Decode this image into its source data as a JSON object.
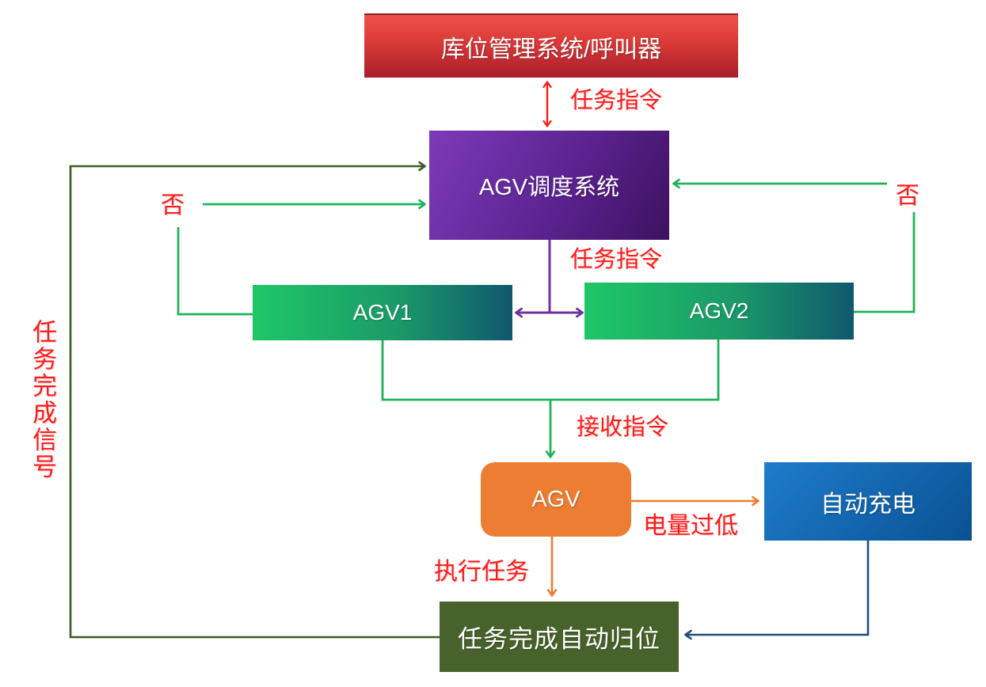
{
  "diagram": {
    "type": "flowchart",
    "nodes": {
      "warehouse": {
        "label": "库位管理系统/呼叫器",
        "fill_start": "#ee5149",
        "fill_end": "#a81d2a"
      },
      "dispatch": {
        "label": "AGV调度系统",
        "fill_start": "#7c3bb9",
        "fill_end": "#3f1160"
      },
      "agv1": {
        "label": "AGV1",
        "fill_start": "#1fc767",
        "fill_end": "#10586f"
      },
      "agv2": {
        "label": "AGV2",
        "fill_start": "#1fc767",
        "fill_end": "#10586f"
      },
      "agv": {
        "label": "AGV",
        "fill": "#ec7d33"
      },
      "charge": {
        "label": "自动充电",
        "fill_start": "#1e7ccb",
        "fill_end": "#0a5193"
      },
      "home": {
        "label": "任务完成自动归位",
        "fill": "#47632b"
      }
    },
    "edge_labels": {
      "task_command_top": "任务指令",
      "task_command_mid": "任务指令",
      "receive_command": "接收指令",
      "low_battery": "电量过低",
      "execute_task": "执行任务",
      "no_left": "否",
      "no_right": "否",
      "task_complete_signal": "任务完成信号"
    },
    "edges": [
      {
        "from": "warehouse",
        "to": "dispatch",
        "label": "任务指令",
        "bidirectional": true,
        "color": "#fb1c1c"
      },
      {
        "from": "dispatch",
        "to": "agv1",
        "label": "任务指令",
        "bidirectional": true,
        "color": "#7030a0"
      },
      {
        "from": "dispatch",
        "to": "agv2",
        "label": "任务指令",
        "bidirectional": true,
        "color": "#7030a0"
      },
      {
        "from": "agv1",
        "to": "agv",
        "label": "接收指令",
        "bidirectional": false,
        "color": "#1eb35b"
      },
      {
        "from": "agv2",
        "to": "agv",
        "label": "接收指令",
        "bidirectional": false,
        "color": "#1eb35b"
      },
      {
        "from": "agv1",
        "to": "dispatch",
        "label": "否",
        "bidirectional": false,
        "color": "#1eb35b"
      },
      {
        "from": "agv2",
        "to": "dispatch",
        "label": "否",
        "bidirectional": false,
        "color": "#1eb35b"
      },
      {
        "from": "agv",
        "to": "charge",
        "label": "电量过低",
        "bidirectional": false,
        "color": "#ed7d31"
      },
      {
        "from": "agv",
        "to": "home",
        "label": "执行任务",
        "bidirectional": false,
        "color": "#ed7d31"
      },
      {
        "from": "charge",
        "to": "home",
        "label": "",
        "bidirectional": false,
        "color": "#1f4e79"
      },
      {
        "from": "home",
        "to": "dispatch",
        "label": "任务完成信号",
        "bidirectional": false,
        "color": "#3e5b25"
      }
    ],
    "line_colors": {
      "green": "#1eb35b",
      "dark_green": "#3e5b25",
      "purple": "#7030a0",
      "orange": "#ed7d31",
      "blue": "#1f4e79",
      "red": "#fb1c1c"
    },
    "background": "#ffffff"
  }
}
